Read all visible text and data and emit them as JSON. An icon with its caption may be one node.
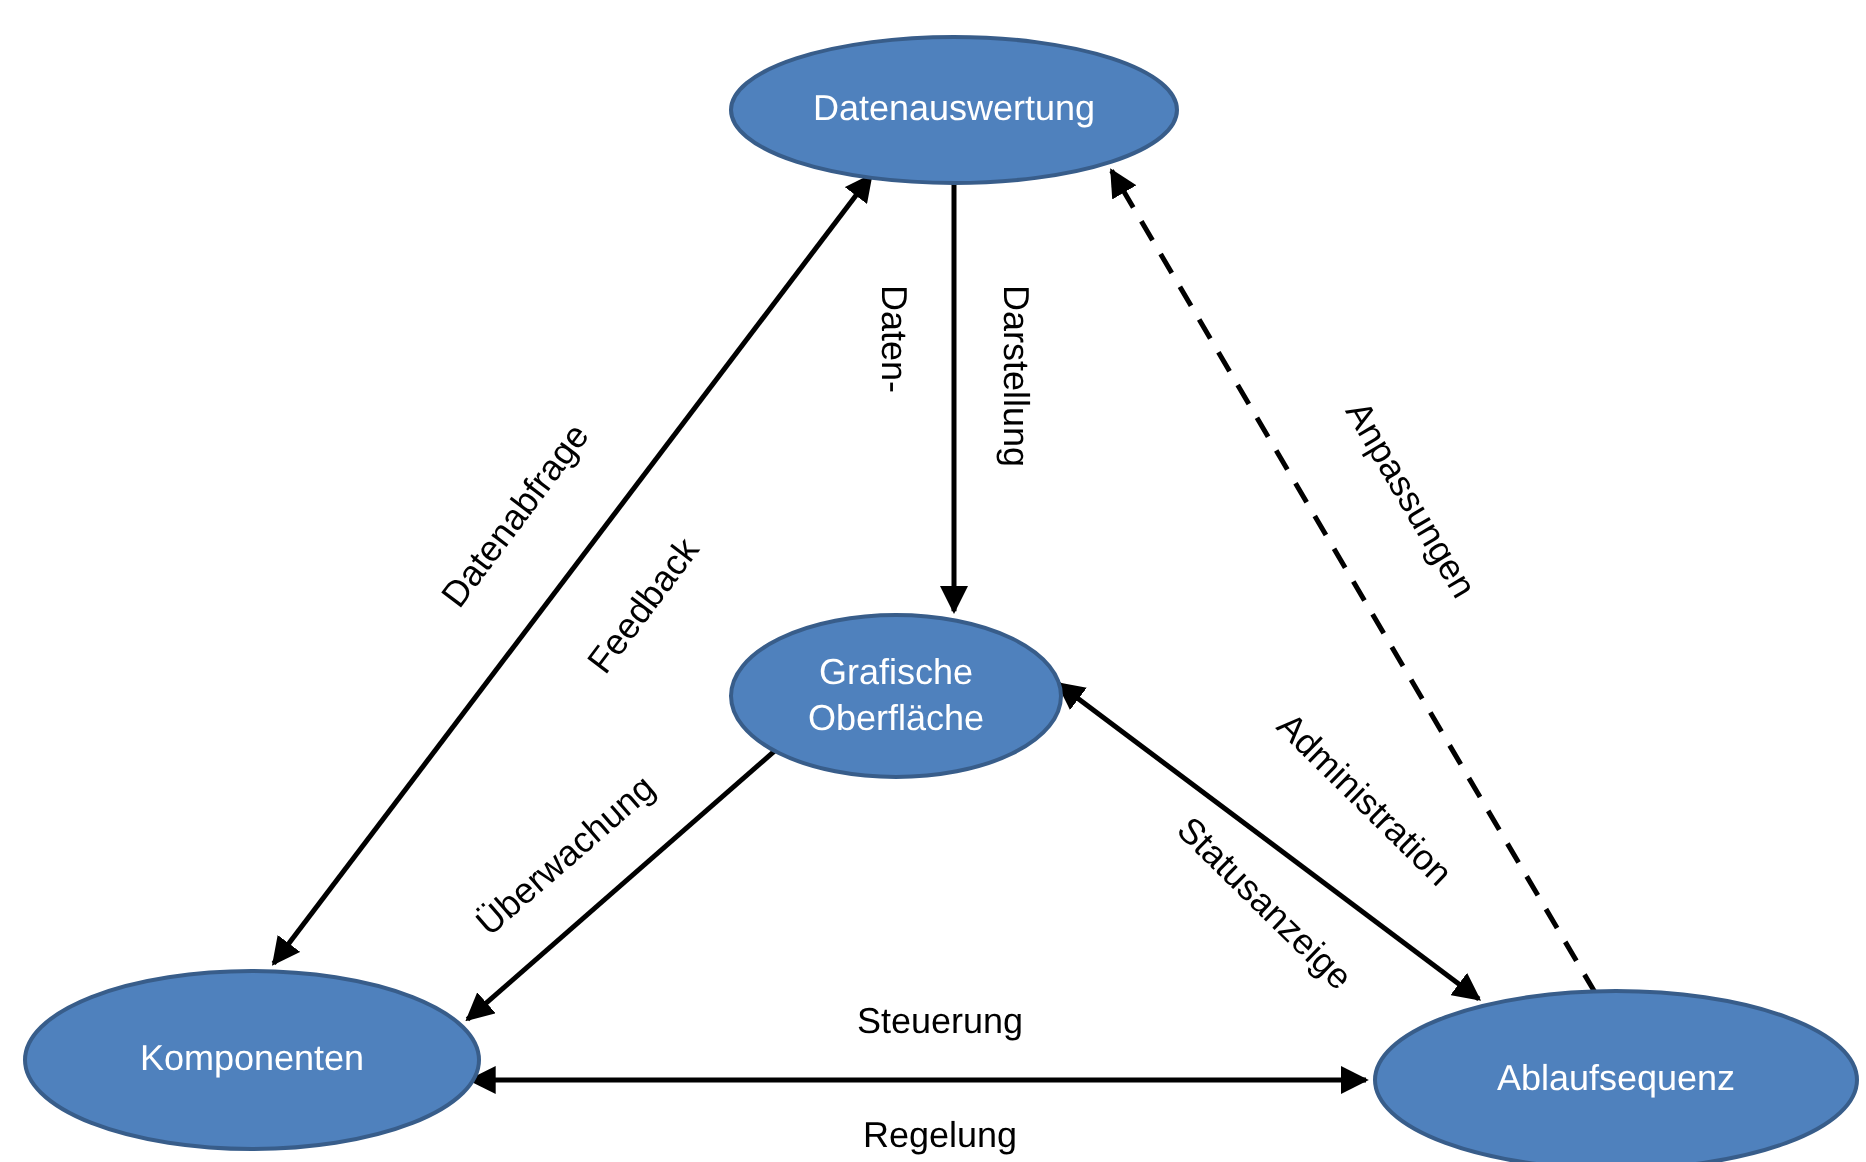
{
  "diagram": {
    "nodes": [
      {
        "text": [
          "Datenauswertung"
        ]
      },
      {
        "text": [
          "Grafische Oberfläche"
        ]
      },
      {
        "text": [
          "Komponenten"
        ]
      },
      {
        "text": [
          "Ablaufsequenz"
        ]
      }
    ],
    "edges": [
      {
        "from": 0,
        "to": 2,
        "arrow": "both",
        "label": "Datenabfrage"
      },
      {
        "from": 0,
        "to": 1,
        "arrow": "to",
        "label": "Daten- Darstellung"
      },
      {
        "from": 1,
        "to": 2,
        "arrow": "to",
        "label": "Überwachung"
      },
      {
        "from": 1,
        "to": 3,
        "arrow": "both",
        "label": "Administration"
      },
      {
        "from": 3,
        "to": 0,
        "arrow": "to",
        "label": "Anpassungen",
        "style": "dashed"
      },
      {
        "from": 2,
        "to": 3,
        "arrow": "both",
        "label": "Steuerung"
      }
    ],
    "labels": [
      "Feedback",
      "Statusanzeige",
      "Regelung"
    ]
  }
}
